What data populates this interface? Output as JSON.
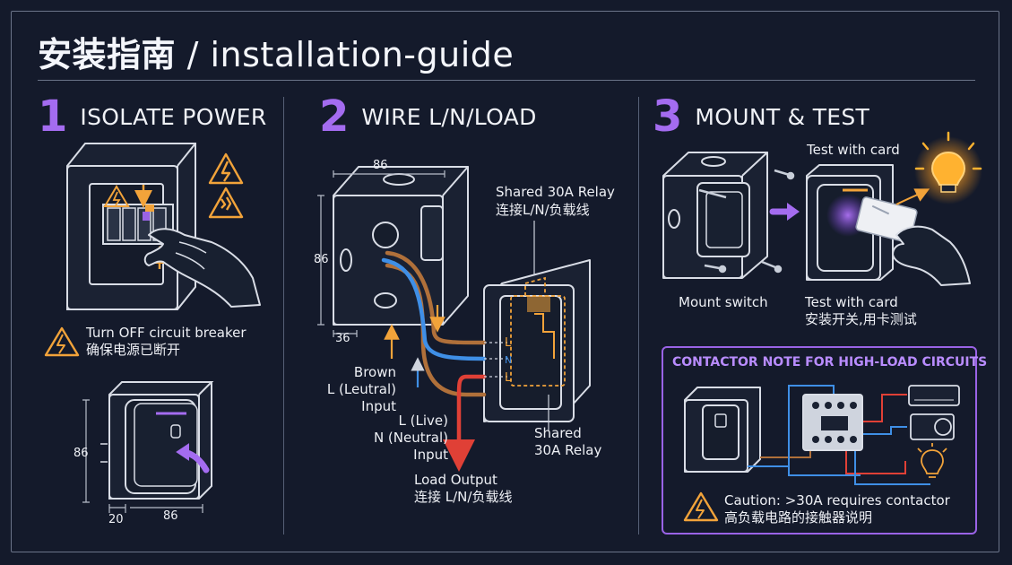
{
  "title": {
    "zh": "安装指南",
    "en": " / installation-guide"
  },
  "steps": [
    {
      "num": "1",
      "label": "ISOLATE POWER"
    },
    {
      "num": "2",
      "label": "WIRE L/N/LOAD"
    },
    {
      "num": "3",
      "label": "MOUNT & TEST"
    }
  ],
  "step1": {
    "note_en": "Turn OFF circuit breaker",
    "note_zh": "确保电源已断开",
    "dim_h": "86",
    "dim_d": "20",
    "dim_w": "86"
  },
  "step2": {
    "dim_w": "86",
    "dim_h": "86",
    "dim_d": "36",
    "relay_label_en": "Shared 30A Relay",
    "relay_label_zh": "连接L/N/负载线",
    "brown_1": "Brown",
    "brown_2": "L (Leutral)",
    "brown_3": "Input",
    "live_1": "L (Live)",
    "live_2": "N (Neutral)",
    "live_3": "Input",
    "relay2_1": "Shared",
    "relay2_2": "30A Relay",
    "load_en": "Load Output",
    "load_zh": "连接 L/N/负载线",
    "term_l": "L",
    "term_n": "N",
    "term_load": "L"
  },
  "step3": {
    "test_top": "Test with card",
    "mount_label": "Mount switch",
    "test_bottom_en": "Test with card",
    "test_bottom_zh": "安装开关,用卡测试",
    "contactor_title": "CONTACTOR NOTE FOR HIGH-LOAD CIRCUITS",
    "caution_en": "Caution: >30A requires contactor",
    "caution_zh": "高负载电路的接触器说明"
  },
  "colors": {
    "background": "#141a2b",
    "accent_purple": "#a46cf0",
    "warning_orange": "#f2a33a",
    "wire_brown": "#b0703a",
    "wire_blue": "#3f8fe6",
    "wire_red": "#e04036",
    "bulb_glow": "#ffb230"
  },
  "icons": [
    "warning-icon",
    "electric-hazard-icon",
    "lightbulb-icon",
    "arrow-icon",
    "hand-icon",
    "card-icon"
  ]
}
